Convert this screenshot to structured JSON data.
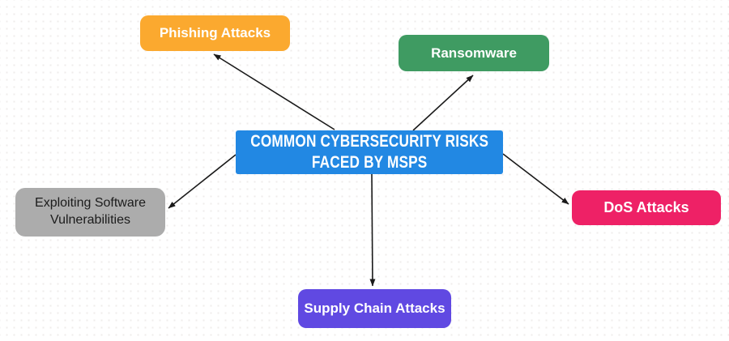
{
  "canvas": {
    "background_color": "#ffffff",
    "dot_grid_color": "#efeceb"
  },
  "diagram": {
    "center_node": {
      "id": "center",
      "line1": "COMMON CYBERSECURITY RISKS",
      "line2": "FACED BY MSPS",
      "fill_color": "#2288e3",
      "text_color": "#ffffff"
    },
    "nodes": [
      {
        "id": "phishing",
        "label": "Phishing Attacks",
        "fill_color": "#fba92f",
        "text_color": "#ffffff",
        "position": "top-left"
      },
      {
        "id": "ransomware",
        "label": "Ransomware",
        "fill_color": "#3f9b62",
        "text_color": "#ffffff",
        "position": "top-right"
      },
      {
        "id": "exploiting",
        "label": "Exploiting Software Vulnerabilities",
        "fill_color": "#acacac",
        "text_color": "#1c1c1c",
        "position": "left"
      },
      {
        "id": "dos",
        "label": "DoS Attacks",
        "fill_color": "#ee2166",
        "text_color": "#ffffff",
        "position": "right"
      },
      {
        "id": "supply",
        "label": "Supply Chain Attacks",
        "fill_color": "#6049e2",
        "text_color": "#ffffff",
        "position": "bottom"
      }
    ],
    "edges": [
      {
        "from": "center",
        "to": "phishing"
      },
      {
        "from": "center",
        "to": "ransomware"
      },
      {
        "from": "center",
        "to": "exploiting"
      },
      {
        "from": "center",
        "to": "dos"
      },
      {
        "from": "center",
        "to": "supply"
      }
    ],
    "connector_color": "#1a1a1a"
  }
}
